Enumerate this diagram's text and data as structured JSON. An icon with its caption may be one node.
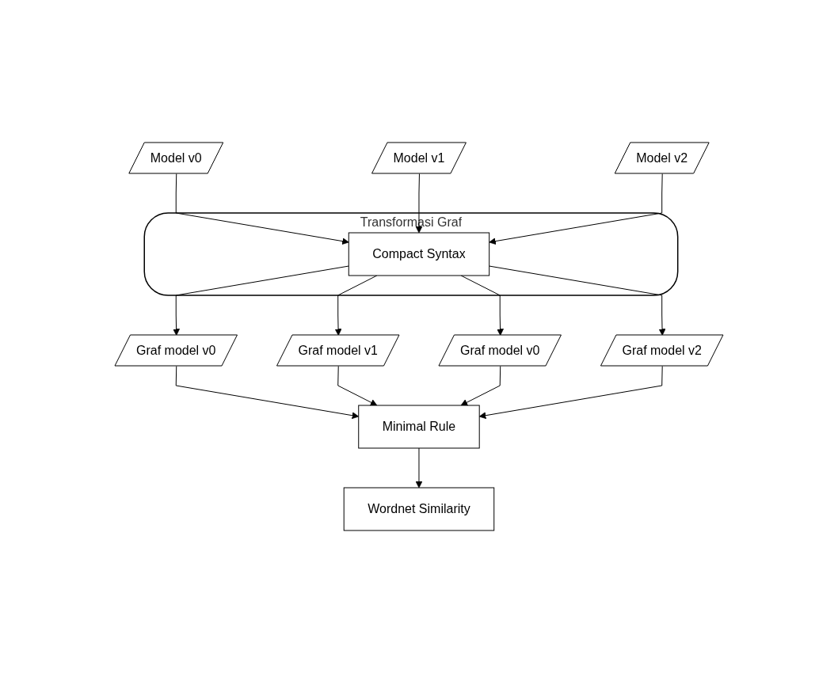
{
  "diagram": {
    "nodes": [
      {
        "text": [
          "Model v0"
        ]
      },
      {
        "text": [
          "Model v1"
        ]
      },
      {
        "text": [
          "Model v2"
        ]
      },
      {
        "text": [
          "Transformasi Graf"
        ]
      },
      {
        "text": [
          "Compact Syntax"
        ],
        "in": 3
      },
      {
        "text": [
          "Graf model v0"
        ]
      },
      {
        "text": [
          "Graf model v1"
        ]
      },
      {
        "text": [
          "Graf model v0"
        ]
      },
      {
        "text": [
          "Graf model v2"
        ]
      },
      {
        "text": [
          "Minimal Rule"
        ]
      },
      {
        "text": [
          "Wordnet Similarity"
        ]
      }
    ],
    "edges": [
      {
        "from": 0,
        "to": 4,
        "arrow": "to"
      },
      {
        "from": 1,
        "to": 4,
        "arrow": "to"
      },
      {
        "from": 2,
        "to": 4,
        "arrow": "to"
      },
      {
        "from": 4,
        "to": 5,
        "arrow": "to"
      },
      {
        "from": 4,
        "to": 6,
        "arrow": "to"
      },
      {
        "from": 4,
        "to": 7,
        "arrow": "to"
      },
      {
        "from": 4,
        "to": 8,
        "arrow": "to"
      },
      {
        "from": 5,
        "to": 9,
        "arrow": "to"
      },
      {
        "from": 6,
        "to": 9,
        "arrow": "to"
      },
      {
        "from": 7,
        "to": 9,
        "arrow": "to"
      },
      {
        "from": 8,
        "to": 9,
        "arrow": "to"
      },
      {
        "from": 9,
        "to": 10,
        "arrow": "to"
      }
    ]
  }
}
